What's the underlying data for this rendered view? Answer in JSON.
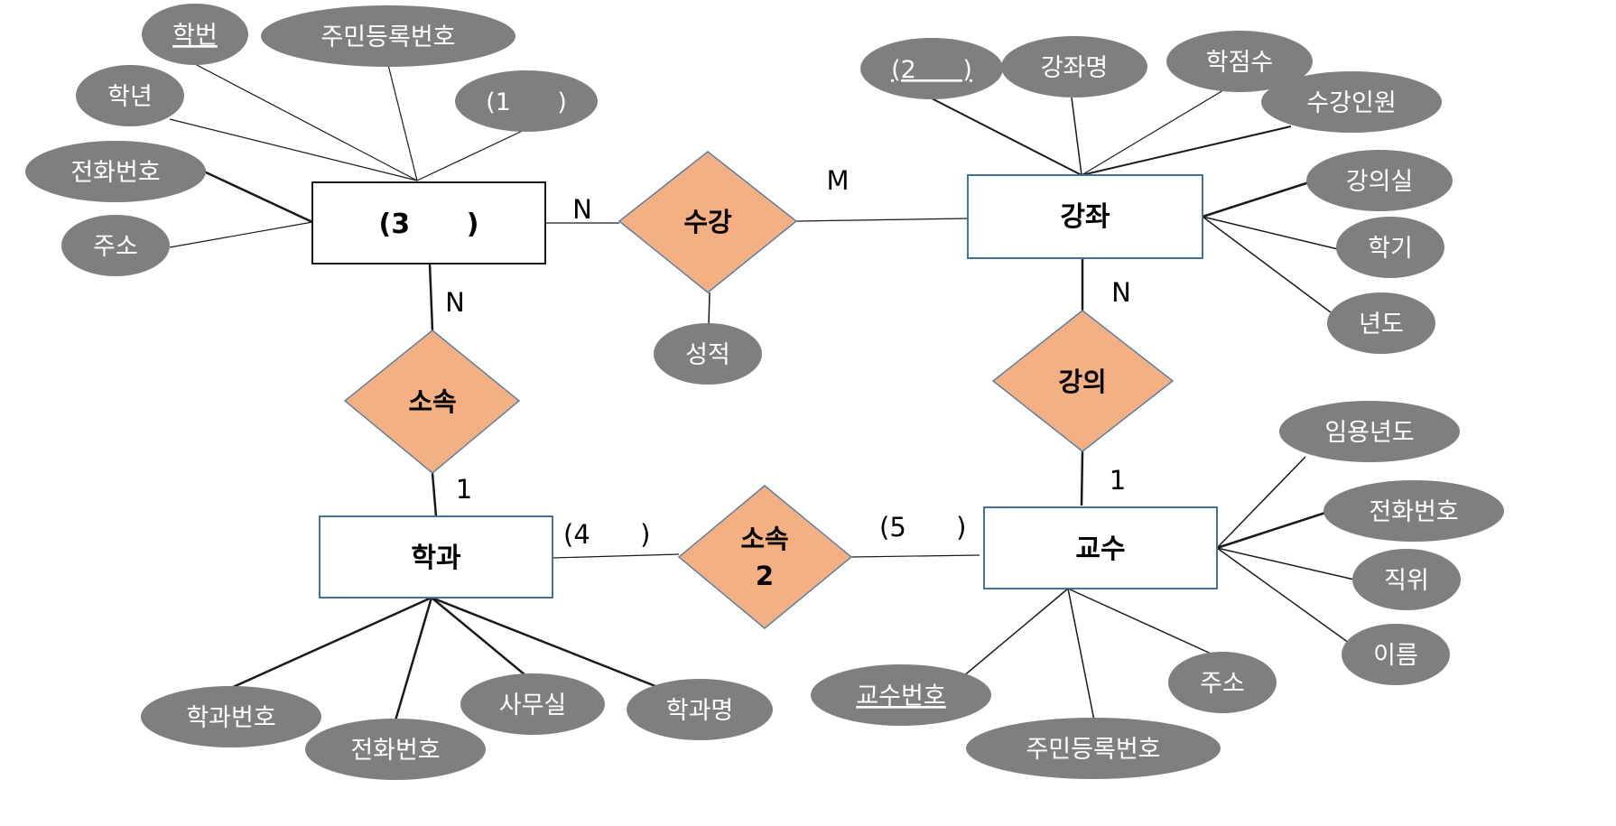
{
  "entities": {
    "student": {
      "label": "(3      )"
    },
    "course": {
      "label": "강좌"
    },
    "department": {
      "label": "학과"
    },
    "professor": {
      "label": "교수"
    }
  },
  "relationships": {
    "enroll": {
      "label": "수강"
    },
    "belong": {
      "label": "소속"
    },
    "lecture": {
      "label": "강의"
    },
    "belong2": {
      "label_line1": "소속",
      "label_line2": "2"
    }
  },
  "cardinalities": {
    "student_enroll": "N",
    "enroll_course": "M",
    "student_belong": "N",
    "belong_department": "1",
    "department_belong2": "(4      )",
    "belong2_professor": "(5      )",
    "course_lecture": "N",
    "lecture_professor": "1"
  },
  "attributes": {
    "student": {
      "hakbun": "학번",
      "jumin": "주민등록번호",
      "blank1": "(1      )",
      "haknyeon": "학년",
      "phone": "전화번호",
      "address": "주소"
    },
    "enroll": {
      "grade": "성적"
    },
    "course": {
      "blank2": "(2      )",
      "name": "강좌명",
      "credits": "학점수",
      "capacity": "수강인원",
      "room": "강의실",
      "semester": "학기",
      "year": "년도"
    },
    "department": {
      "dept_no": "학과번호",
      "phone": "전화번호",
      "office": "사무실",
      "dept_name": "학과명"
    },
    "professor": {
      "hire_year": "임용년도",
      "phone": "전화번호",
      "position": "직위",
      "name": "이름",
      "prof_no": "교수번호",
      "jumin": "주민등록번호",
      "address": "주소"
    }
  }
}
